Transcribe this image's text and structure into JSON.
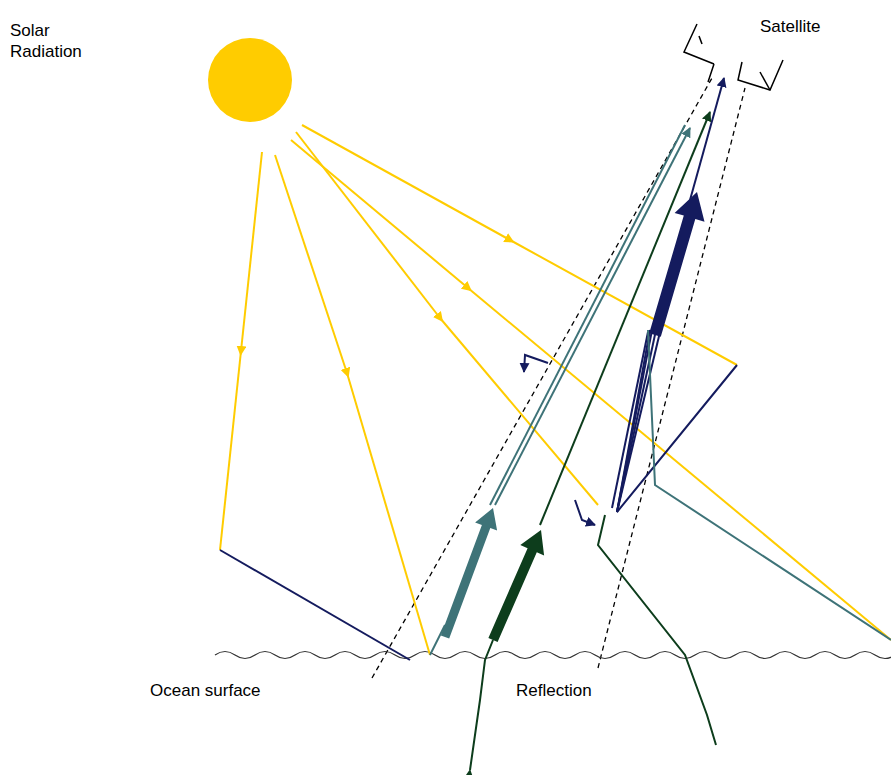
{
  "diagram": {
    "labels": [
      "Solar Radiation",
      "Satellite",
      "Ocean surface",
      "Reflection"
    ]
  }
}
